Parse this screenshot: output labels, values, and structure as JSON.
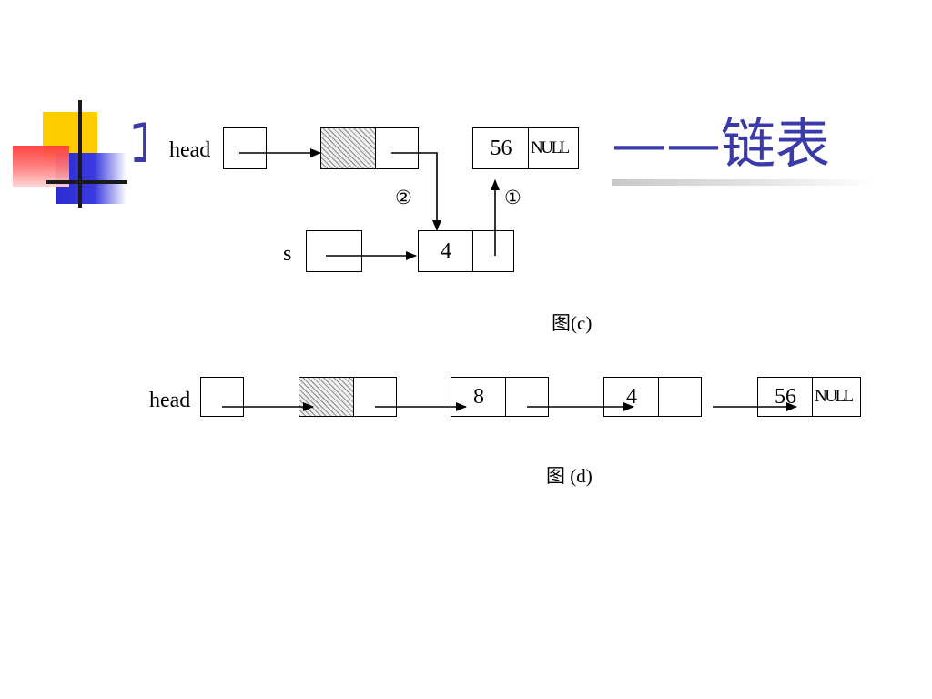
{
  "slide": {
    "title_hidden": "10.3 动态数据结构",
    "title_suffix": "——链表"
  },
  "diagram_c": {
    "head_label": "head",
    "s_label": "s",
    "node_value_56": "56",
    "null_text": "NULL",
    "new_node_value": "4",
    "step_two": "②",
    "step_one": "①",
    "caption": "图(c)"
  },
  "diagram_d": {
    "head_label": "head",
    "values": [
      "8",
      "4",
      "56"
    ],
    "null_text": "NULL",
    "caption": "图  (d)"
  },
  "colors": {
    "title": "#3a3aa8",
    "deco_yellow": "#ffcc00",
    "deco_blue": "#2b2bd0",
    "deco_red": "#ff3b3b"
  }
}
